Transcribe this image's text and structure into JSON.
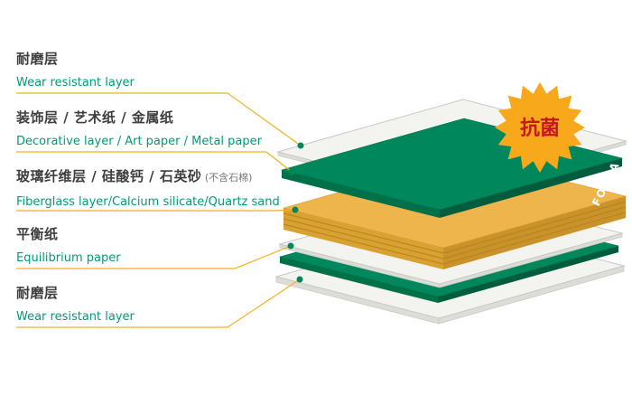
{
  "badge": {
    "label": "抗菌"
  },
  "brand": {
    "label": "FORCA"
  },
  "labels": [
    {
      "zh": "耐磨层",
      "en": "Wear resistant layer"
    },
    {
      "zh": "装饰层 / 艺术纸 / 金属纸",
      "en": "Decorative layer / Art paper / Metal paper"
    },
    {
      "zh": "玻璃纤维层 / 硅酸钙 / 石英砂",
      "zh_note": " (不含石棉)",
      "en": "Fiberglass layer/Calcium silicate/Quartz sand"
    },
    {
      "zh": "平衡纸",
      "en": "Equilibrium paper"
    },
    {
      "zh": "耐磨层",
      "en": "Wear resistant layer"
    }
  ],
  "colors": {
    "green": "#00885C",
    "greenL": "#007049",
    "greenR": "#005C3C",
    "core": "#EDB54B",
    "coreL": "#D9A032",
    "coreR": "#C9922A",
    "coreLine": "#B5831F",
    "sheet": "#F3F3F0",
    "sheetSide": "#DCDCD8",
    "sheetStroke": "#C9C9C4",
    "line": "#F3B11C",
    "dot": "#00885C",
    "badge": "#F7A81B",
    "badgeText": "#C8161D",
    "textZh": "#3E3E3E",
    "textEn": "#009B78",
    "note": "#777777"
  }
}
